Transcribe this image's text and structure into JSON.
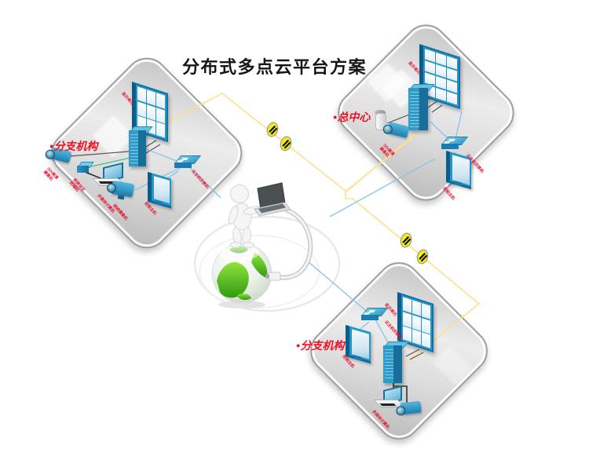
{
  "title": "分布式多点云平台方案",
  "panels": {
    "branch1": {
      "bullet": "●",
      "label": "分支机构",
      "devices": {
        "display_unit": "显示单元",
        "sdi_camera_l1": "SDI高清",
        "sdi_camera_l2": "摄像机",
        "vc_terminal_l1": "视频会议",
        "vc_terminal_l2": "终端机",
        "multimedia_pc": "多媒体计算机",
        "ip_camera": "网络摄像机",
        "cloud_switch": "云主机交换机",
        "control_host": "控制主机"
      }
    },
    "center": {
      "bullet": "●",
      "label": "总中心",
      "devices": {
        "display_unit": "显示单元",
        "sdi_camera_l1": "SDI高清",
        "sdi_camera_l2": "摄像机",
        "cloud_switch": "云主机交换机",
        "control_host": "控制主机"
      }
    },
    "branch2": {
      "bullet": "●",
      "label": "分支机构",
      "devices": {
        "display_unit": "显示单元",
        "cloud_switch": "云主机交换机",
        "control_host": "控制主机",
        "multimedia_pc": "多媒体计算机"
      }
    }
  },
  "icons": {
    "wan_link": "hatched-yellow-ellipse",
    "internet": "green-globe-with-person-and-laptop"
  },
  "colors": {
    "label_red": "#e8112d",
    "device_blue": "#2596c8",
    "device_blue_dark": "#0d5c87",
    "link_yellow": "#ffdf8a",
    "link_blue": "#8cc5e9",
    "link_green": "#45c08a",
    "hatch_yellow": "#f2ee11",
    "panel_gray": "#d9d9d9",
    "globe_green": "#3fae1c",
    "title_black": "#161616"
  }
}
